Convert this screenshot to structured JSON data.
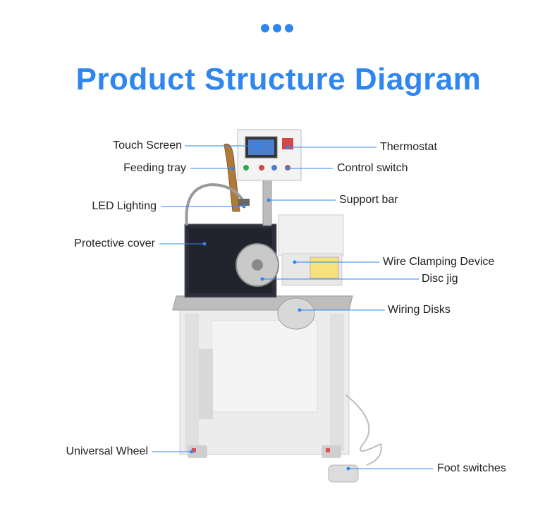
{
  "title": "Product Structure Diagram",
  "accent_color": "#2f86f0",
  "labels": {
    "touch_screen": "Touch Screen",
    "feeding_tray": "Feeding tray",
    "led_lighting": "LED Lighting",
    "protective_cover": "Protective cover",
    "universal_wheel": "Universal Wheel",
    "thermostat": "Thermostat",
    "control_switch": "Control switch",
    "support_bar": "Support bar",
    "wire_clamping_device": "Wire Clamping Device",
    "disc_jig": "Disc jig",
    "wiring_disks": "Wiring Disks",
    "foot_switches": "Foot switches"
  }
}
